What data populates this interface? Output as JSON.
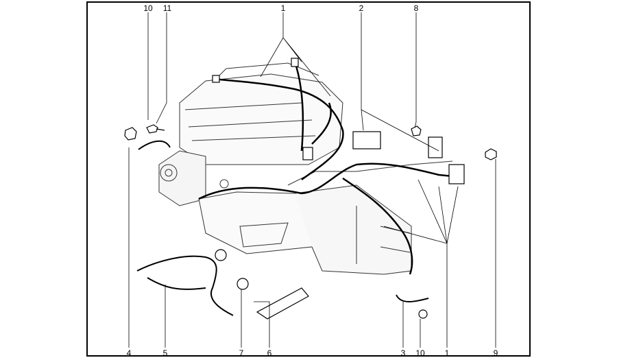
{
  "diagram": {
    "callouts_top": [
      {
        "label": "10",
        "part": "nut"
      },
      {
        "label": "11",
        "part": "bolt"
      },
      {
        "label": "1",
        "part": "engine-harness"
      },
      {
        "label": "2",
        "part": "connector-housing"
      },
      {
        "label": "8",
        "part": "nut"
      }
    ],
    "callouts_bottom": [
      {
        "label": "4",
        "part": "ground-cable"
      },
      {
        "label": "5",
        "part": "sub-harness"
      },
      {
        "label": "7",
        "part": "grommet"
      },
      {
        "label": "6",
        "part": "bracket"
      },
      {
        "label": "3",
        "part": "ground-cable"
      },
      {
        "label": "10",
        "part": "nut"
      },
      {
        "label": "1",
        "part": "engine-harness"
      },
      {
        "label": "9",
        "part": "nut"
      }
    ]
  }
}
